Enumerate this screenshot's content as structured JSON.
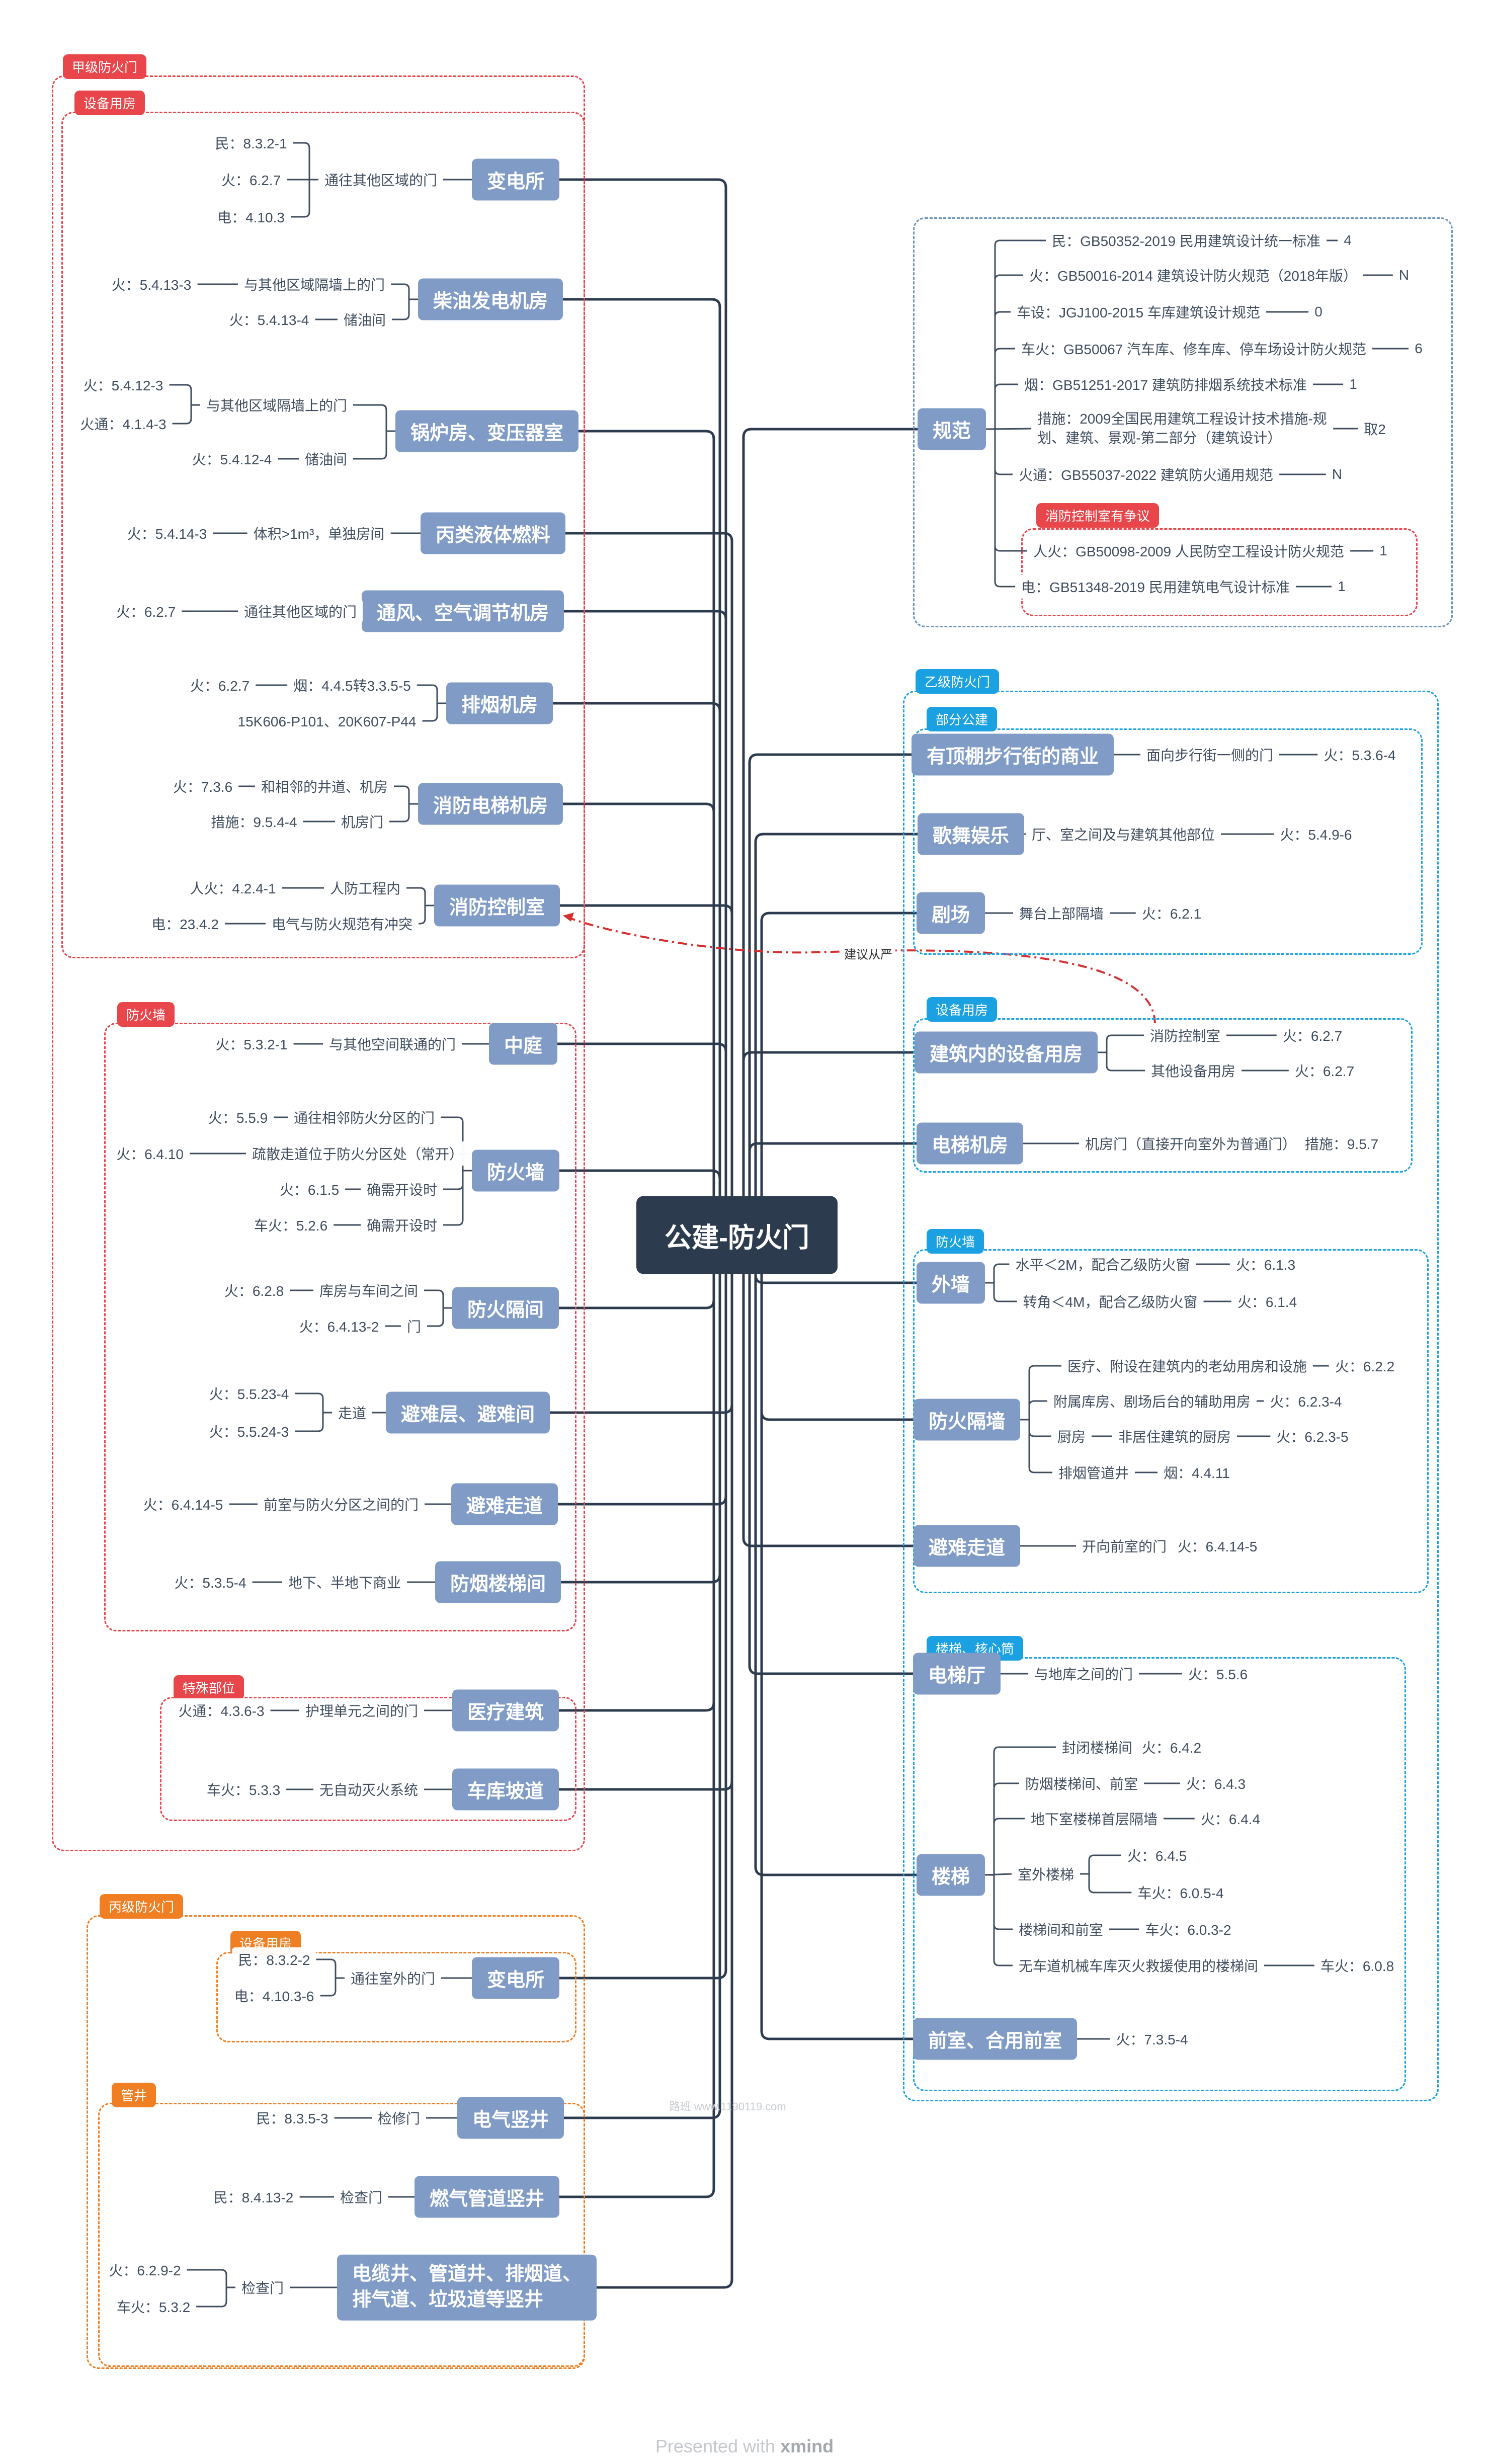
{
  "root": {
    "label": "公建-防火门"
  },
  "footer": {
    "prefix": "Presented with",
    "brand": "xmind"
  },
  "watermark": "路班 www.1190119.com",
  "relation_label": "建议从严",
  "boundaries": [
    {
      "id": "b-jia",
      "label": "甲级防火门",
      "color": "red"
    },
    {
      "id": "b-jia-sb",
      "label": "设备用房",
      "color": "red"
    },
    {
      "id": "b-jia-fhq",
      "label": "防火墙",
      "color": "red"
    },
    {
      "id": "b-jia-ts",
      "label": "特殊部位",
      "color": "red"
    },
    {
      "id": "b-bing",
      "label": "丙级防火门",
      "color": "orange"
    },
    {
      "id": "b-bing-sb",
      "label": "设备用房",
      "color": "orange"
    },
    {
      "id": "b-bing-gj",
      "label": "管井",
      "color": "orange"
    },
    {
      "id": "b-gf",
      "label": "",
      "color": "gray"
    },
    {
      "id": "b-gf-xf",
      "label": "消防控制室有争议",
      "color": "red"
    },
    {
      "id": "b-yi",
      "label": "乙级防火门",
      "color": "blue"
    },
    {
      "id": "b-yi-bf",
      "label": "部分公建",
      "color": "blue"
    },
    {
      "id": "b-yi-sb",
      "label": "设备用房",
      "color": "blue"
    },
    {
      "id": "b-yi-fhq",
      "label": "防火墙",
      "color": "blue"
    },
    {
      "id": "b-yi-lt",
      "label": "楼梯、核心筒",
      "color": "blue"
    }
  ],
  "topics": [
    {
      "id": "t1",
      "label": "变电所",
      "kind": "big"
    },
    {
      "id": "t1a",
      "label": "通往其他区域的门",
      "kind": "leaf"
    },
    {
      "id": "t1a1",
      "label": "民：8.3.2-1",
      "kind": "leaf"
    },
    {
      "id": "t1a2",
      "label": "火：6.2.7",
      "kind": "leaf"
    },
    {
      "id": "t1a3",
      "label": "电：4.10.3",
      "kind": "leaf"
    },
    {
      "id": "t2",
      "label": "柴油发电机房",
      "kind": "big"
    },
    {
      "id": "t2a",
      "label": "与其他区域隔墙上的门",
      "kind": "leaf"
    },
    {
      "id": "t2a1",
      "label": "火：5.4.13-3",
      "kind": "leaf"
    },
    {
      "id": "t2b",
      "label": "储油间",
      "kind": "leaf"
    },
    {
      "id": "t2b1",
      "label": "火：5.4.13-4",
      "kind": "leaf"
    },
    {
      "id": "t3",
      "label": "锅炉房、变压器室",
      "kind": "big"
    },
    {
      "id": "t3a",
      "label": "与其他区域隔墙上的门",
      "kind": "leaf"
    },
    {
      "id": "t3a1",
      "label": "火：5.4.12-3",
      "kind": "leaf"
    },
    {
      "id": "t3a2",
      "label": "火通：4.1.4-3",
      "kind": "leaf"
    },
    {
      "id": "t3b",
      "label": "储油间",
      "kind": "leaf"
    },
    {
      "id": "t3b1",
      "label": "火：5.4.12-4",
      "kind": "leaf"
    },
    {
      "id": "t4",
      "label": "丙类液体燃料",
      "kind": "big"
    },
    {
      "id": "t4a",
      "label": "体积>1m³，单独房间",
      "kind": "leaf"
    },
    {
      "id": "t4a1",
      "label": "火：5.4.14-3",
      "kind": "leaf"
    },
    {
      "id": "t5",
      "label": "通风、空气调节机房",
      "kind": "big"
    },
    {
      "id": "t5a",
      "label": "通往其他区域的门",
      "kind": "leaf"
    },
    {
      "id": "t5a1",
      "label": "火：6.2.7",
      "kind": "leaf"
    },
    {
      "id": "t6",
      "label": "排烟机房",
      "kind": "big"
    },
    {
      "id": "t6a",
      "label": "烟：4.4.5转3.3.5-5",
      "kind": "leaf"
    },
    {
      "id": "t6a1",
      "label": "火：6.2.7",
      "kind": "leaf"
    },
    {
      "id": "t6b",
      "label": "15K606-P101、20K607-P44",
      "kind": "leaf"
    },
    {
      "id": "t7",
      "label": "消防电梯机房",
      "kind": "big"
    },
    {
      "id": "t7a",
      "label": "和相邻的井道、机房",
      "kind": "leaf"
    },
    {
      "id": "t7a1",
      "label": "火：7.3.6",
      "kind": "leaf"
    },
    {
      "id": "t7b",
      "label": "机房门",
      "kind": "leaf"
    },
    {
      "id": "t7b1",
      "label": "措施：9.5.4-4",
      "kind": "leaf"
    },
    {
      "id": "t8",
      "label": "消防控制室",
      "kind": "big"
    },
    {
      "id": "t8a",
      "label": "人防工程内",
      "kind": "leaf"
    },
    {
      "id": "t8a1",
      "label": "人火：4.2.4-1",
      "kind": "leaf"
    },
    {
      "id": "t8b",
      "label": "电气与防火规范有冲突",
      "kind": "leaf"
    },
    {
      "id": "t8b1",
      "label": "电：23.4.2",
      "kind": "leaf"
    },
    {
      "id": "t9",
      "label": "中庭",
      "kind": "big"
    },
    {
      "id": "t9a",
      "label": "与其他空间联通的门",
      "kind": "leaf"
    },
    {
      "id": "t9a1",
      "label": "火：5.3.2-1",
      "kind": "leaf"
    },
    {
      "id": "t10",
      "label": "防火墙",
      "kind": "big"
    },
    {
      "id": "t10a",
      "label": "通往相邻防火分区的门",
      "kind": "leaf"
    },
    {
      "id": "t10a1",
      "label": "火：5.5.9",
      "kind": "leaf"
    },
    {
      "id": "t10b",
      "label": "疏散走道位于防火分区处（常开）",
      "kind": "leaf"
    },
    {
      "id": "t10b1",
      "label": "火：6.4.10",
      "kind": "leaf"
    },
    {
      "id": "t10c",
      "label": "确需开设时",
      "kind": "leaf"
    },
    {
      "id": "t10c1",
      "label": "火：6.1.5",
      "kind": "leaf"
    },
    {
      "id": "t10d",
      "label": "确需开设时",
      "kind": "leaf"
    },
    {
      "id": "t10d1",
      "label": "车火：5.2.6",
      "kind": "leaf"
    },
    {
      "id": "t11",
      "label": "防火隔间",
      "kind": "big"
    },
    {
      "id": "t11a",
      "label": "库房与车间之间",
      "kind": "leaf"
    },
    {
      "id": "t11a1",
      "label": "火：6.2.8",
      "kind": "leaf"
    },
    {
      "id": "t11b",
      "label": "门",
      "kind": "leaf"
    },
    {
      "id": "t11b1",
      "label": "火：6.4.13-2",
      "kind": "leaf"
    },
    {
      "id": "t12",
      "label": "避难层、避难间",
      "kind": "big"
    },
    {
      "id": "t12a",
      "label": "走道",
      "kind": "leaf"
    },
    {
      "id": "t12a1",
      "label": "火：5.5.23-4",
      "kind": "leaf"
    },
    {
      "id": "t12a2",
      "label": "火：5.5.24-3",
      "kind": "leaf"
    },
    {
      "id": "t13",
      "label": "避难走道",
      "kind": "big"
    },
    {
      "id": "t13a",
      "label": "前室与防火分区之间的门",
      "kind": "leaf"
    },
    {
      "id": "t13a1",
      "label": "火：6.4.14-5",
      "kind": "leaf"
    },
    {
      "id": "t14",
      "label": "防烟楼梯间",
      "kind": "big"
    },
    {
      "id": "t14a",
      "label": "地下、半地下商业",
      "kind": "leaf"
    },
    {
      "id": "t14a1",
      "label": "火：5.3.5-4",
      "kind": "leaf"
    },
    {
      "id": "t15",
      "label": "医疗建筑",
      "kind": "big"
    },
    {
      "id": "t15a",
      "label": "护理单元之间的门",
      "kind": "leaf"
    },
    {
      "id": "t15a1",
      "label": "火通：4.3.6-3",
      "kind": "leaf"
    },
    {
      "id": "t16",
      "label": "车库坡道",
      "kind": "big"
    },
    {
      "id": "t16a",
      "label": "无自动灭火系统",
      "kind": "leaf"
    },
    {
      "id": "t16a1",
      "label": "车火：5.3.3",
      "kind": "leaf"
    },
    {
      "id": "t17",
      "label": "变电所",
      "kind": "big"
    },
    {
      "id": "t17a",
      "label": "通往室外的门",
      "kind": "leaf"
    },
    {
      "id": "t17a1",
      "label": "民：8.3.2-2",
      "kind": "leaf"
    },
    {
      "id": "t17a2",
      "label": "电：4.10.3-6",
      "kind": "leaf"
    },
    {
      "id": "t18",
      "label": "电气竖井",
      "kind": "big"
    },
    {
      "id": "t18a",
      "label": "检修门",
      "kind": "leaf"
    },
    {
      "id": "t18a1",
      "label": "民：8.3.5-3",
      "kind": "leaf"
    },
    {
      "id": "t19",
      "label": "燃气管道竖井",
      "kind": "big"
    },
    {
      "id": "t19a",
      "label": "检查门",
      "kind": "leaf"
    },
    {
      "id": "t19a1",
      "label": "民：8.4.13-2",
      "kind": "leaf"
    },
    {
      "id": "t20",
      "label": "电缆井、管道井、排烟道、\n排气道、垃圾道等竖井",
      "kind": "big"
    },
    {
      "id": "t20a",
      "label": "检查门",
      "kind": "leaf"
    },
    {
      "id": "t20a1",
      "label": "火：6.2.9-2",
      "kind": "leaf"
    },
    {
      "id": "t20a2",
      "label": "车火：5.3.2",
      "kind": "leaf"
    },
    {
      "id": "r0",
      "label": "规范",
      "kind": "big"
    },
    {
      "id": "r0a",
      "label": "民：GB50352-2019 民用建筑设计统一标准",
      "kind": "leaf"
    },
    {
      "id": "r0a1",
      "label": "4",
      "kind": "leaf"
    },
    {
      "id": "r0b",
      "label": "火：GB50016-2014 建筑设计防火规范（2018年版）",
      "kind": "leaf"
    },
    {
      "id": "r0b1",
      "label": "N",
      "kind": "leaf"
    },
    {
      "id": "r0c",
      "label": "车设：JGJ100-2015 车库建筑设计规范",
      "kind": "leaf"
    },
    {
      "id": "r0c1",
      "label": "0",
      "kind": "leaf"
    },
    {
      "id": "r0d",
      "label": "车火：GB50067 汽车库、修车库、停车场设计防火规范",
      "kind": "leaf"
    },
    {
      "id": "r0d1",
      "label": "6",
      "kind": "leaf"
    },
    {
      "id": "r0e",
      "label": "烟：GB51251-2017 建筑防排烟系统技术标准",
      "kind": "leaf"
    },
    {
      "id": "r0e1",
      "label": "1",
      "kind": "leaf"
    },
    {
      "id": "r0f",
      "label": "措施：2009全国民用建筑工程设计技术措施-规\n划、建筑、景观-第二部分（建筑设计）",
      "kind": "leaf"
    },
    {
      "id": "r0f1",
      "label": "取2",
      "kind": "leaf"
    },
    {
      "id": "r0g",
      "label": "火通：GB55037-2022 建筑防火通用规范",
      "kind": "leaf"
    },
    {
      "id": "r0g1",
      "label": "N",
      "kind": "leaf"
    },
    {
      "id": "r0h",
      "label": "人火：GB50098-2009 人民防空工程设计防火规范",
      "kind": "leaf"
    },
    {
      "id": "r0h1",
      "label": "1",
      "kind": "leaf"
    },
    {
      "id": "r0i",
      "label": "电：GB51348-2019 民用建筑电气设计标准",
      "kind": "leaf"
    },
    {
      "id": "r0i1",
      "label": "1",
      "kind": "leaf"
    },
    {
      "id": "r1",
      "label": "有顶棚步行街的商业",
      "kind": "big"
    },
    {
      "id": "r1a",
      "label": "面向步行街一侧的门",
      "kind": "leaf"
    },
    {
      "id": "r1a1",
      "label": "火：5.3.6-4",
      "kind": "leaf"
    },
    {
      "id": "r2",
      "label": "歌舞娱乐",
      "kind": "big"
    },
    {
      "id": "r2a",
      "label": "厅、室之间及与建筑其他部位",
      "kind": "leaf"
    },
    {
      "id": "r2a1",
      "label": "火：5.4.9-6",
      "kind": "leaf"
    },
    {
      "id": "r3",
      "label": "剧场",
      "kind": "big"
    },
    {
      "id": "r3a",
      "label": "舞台上部隔墙",
      "kind": "leaf"
    },
    {
      "id": "r3a1",
      "label": "火：6.2.1",
      "kind": "leaf"
    },
    {
      "id": "r4",
      "label": "建筑内的设备用房",
      "kind": "big"
    },
    {
      "id": "r4a",
      "label": "消防控制室",
      "kind": "leaf"
    },
    {
      "id": "r4a1",
      "label": "火：6.2.7",
      "kind": "leaf"
    },
    {
      "id": "r4b",
      "label": "其他设备用房",
      "kind": "leaf"
    },
    {
      "id": "r4b1",
      "label": "火：6.2.7",
      "kind": "leaf"
    },
    {
      "id": "r5",
      "label": "电梯机房",
      "kind": "big"
    },
    {
      "id": "r5a",
      "label": "机房门（直接开向室外为普通门）",
      "kind": "leaf"
    },
    {
      "id": "r5a1",
      "label": "措施：9.5.7",
      "kind": "leaf"
    },
    {
      "id": "r6",
      "label": "外墙",
      "kind": "big"
    },
    {
      "id": "r6a",
      "label": "水平＜2M，配合乙级防火窗",
      "kind": "leaf"
    },
    {
      "id": "r6a1",
      "label": "火：6.1.3",
      "kind": "leaf"
    },
    {
      "id": "r6b",
      "label": "转角＜4M，配合乙级防火窗",
      "kind": "leaf"
    },
    {
      "id": "r6b1",
      "label": "火：6.1.4",
      "kind": "leaf"
    },
    {
      "id": "r7",
      "label": "防火隔墙",
      "kind": "big"
    },
    {
      "id": "r7a",
      "label": "医疗、附设在建筑内的老幼用房和设施",
      "kind": "leaf"
    },
    {
      "id": "r7a1",
      "label": "火：6.2.2",
      "kind": "leaf"
    },
    {
      "id": "r7b",
      "label": "附属库房、剧场后台的辅助用房",
      "kind": "leaf"
    },
    {
      "id": "r7b1",
      "label": "火：6.2.3-4",
      "kind": "leaf"
    },
    {
      "id": "r7c",
      "label": "厨房",
      "kind": "leaf"
    },
    {
      "id": "r7c1",
      "label": "非居住建筑的厨房",
      "kind": "leaf"
    },
    {
      "id": "r7c2",
      "label": "火：6.2.3-5",
      "kind": "leaf"
    },
    {
      "id": "r7d",
      "label": "排烟管道井",
      "kind": "leaf"
    },
    {
      "id": "r7d1",
      "label": "烟：4.4.11",
      "kind": "leaf"
    },
    {
      "id": "r8",
      "label": "避难走道",
      "kind": "big"
    },
    {
      "id": "r8a",
      "label": "开向前室的门",
      "kind": "leaf"
    },
    {
      "id": "r8a1",
      "label": "火：6.4.14-5",
      "kind": "leaf"
    },
    {
      "id": "r9",
      "label": "电梯厅",
      "kind": "big"
    },
    {
      "id": "r9a",
      "label": "与地库之间的门",
      "kind": "leaf"
    },
    {
      "id": "r9a1",
      "label": "火：5.5.6",
      "kind": "leaf"
    },
    {
      "id": "r10",
      "label": "楼梯",
      "kind": "big"
    },
    {
      "id": "r10a",
      "label": "封闭楼梯间",
      "kind": "leaf"
    },
    {
      "id": "r10a1",
      "label": "火：6.4.2",
      "kind": "leaf"
    },
    {
      "id": "r10b",
      "label": "防烟楼梯间、前室",
      "kind": "leaf"
    },
    {
      "id": "r10b1",
      "label": "火：6.4.3",
      "kind": "leaf"
    },
    {
      "id": "r10c",
      "label": "地下室楼梯首层隔墙",
      "kind": "leaf"
    },
    {
      "id": "r10c1",
      "label": "火：6.4.4",
      "kind": "leaf"
    },
    {
      "id": "r10d",
      "label": "室外楼梯",
      "kind": "leaf"
    },
    {
      "id": "r10d1",
      "label": "火：6.4.5",
      "kind": "leaf"
    },
    {
      "id": "r10d2",
      "label": "车火：6.0.5-4",
      "kind": "leaf"
    },
    {
      "id": "r10e",
      "label": "楼梯间和前室",
      "kind": "leaf"
    },
    {
      "id": "r10e1",
      "label": "车火：6.0.3-2",
      "kind": "leaf"
    },
    {
      "id": "r10f",
      "label": "无车道机械车库灭火救援使用的楼梯间",
      "kind": "leaf"
    },
    {
      "id": "r10f1",
      "label": "车火：6.0.8",
      "kind": "leaf"
    },
    {
      "id": "r11",
      "label": "前室、合用前室",
      "kind": "big"
    },
    {
      "id": "r11a",
      "label": "火：7.3.5-4",
      "kind": "leaf"
    }
  ]
}
